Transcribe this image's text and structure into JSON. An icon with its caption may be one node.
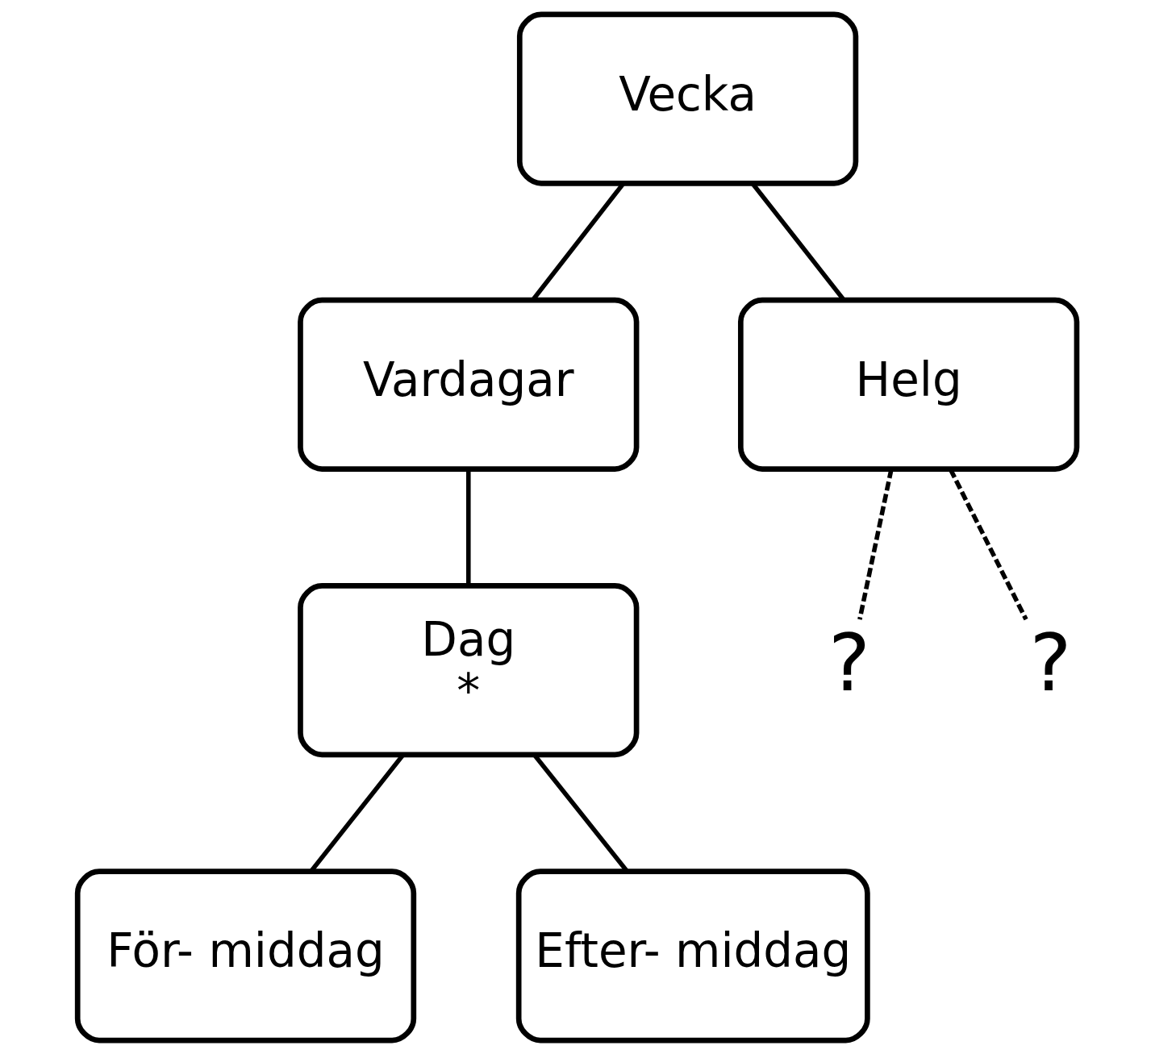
{
  "diagram": {
    "nodes": [
      {
        "text": [
          "Vecka"
        ]
      },
      {
        "text": [
          "Vardagar"
        ]
      },
      {
        "text": [
          "Helg"
        ]
      },
      {
        "text": [
          "Dag",
          "*"
        ]
      },
      {
        "text": [
          "För- middag"
        ]
      },
      {
        "text": [
          "Efter- middag"
        ]
      },
      {
        "text": [
          "?"
        ]
      },
      {
        "text": [
          "?"
        ]
      }
    ],
    "edges": [
      {
        "from": 0,
        "to": 1,
        "arrow": "none"
      },
      {
        "from": 0,
        "to": 2,
        "arrow": "none"
      },
      {
        "from": 1,
        "to": 3,
        "arrow": "none"
      },
      {
        "from": 2,
        "to": 6,
        "arrow": "none",
        "style": "dashed"
      },
      {
        "from": 2,
        "to": 7,
        "arrow": "none",
        "style": "dashed"
      },
      {
        "from": 3,
        "to": 4,
        "arrow": "none"
      },
      {
        "from": 3,
        "to": 5,
        "arrow": "none"
      }
    ]
  }
}
